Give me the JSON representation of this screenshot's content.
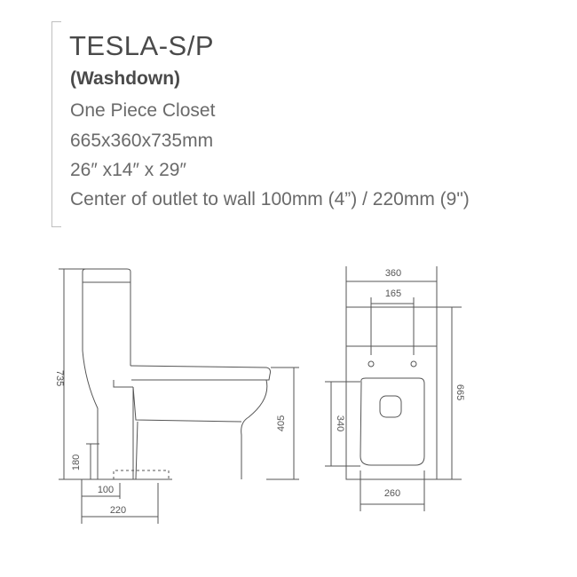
{
  "product": {
    "model": "TESLA-S/P",
    "flush_type": "(Washdown)",
    "category": "One Piece Closet",
    "size_mm": "665x360x735mm",
    "size_in": "26″ x14″ x 29″",
    "outlet": "Center of outlet to wall 100mm (4”) / 220mm (9\")"
  },
  "dimensions": {
    "side_height": "735",
    "seat_height": "405",
    "outlet_height": "180",
    "outlet_100": "100",
    "outlet_220": "220",
    "top_width": "360",
    "tank_hole_spacing": "165",
    "bowl_length": "340",
    "total_length": "665",
    "bowl_width": "260"
  }
}
